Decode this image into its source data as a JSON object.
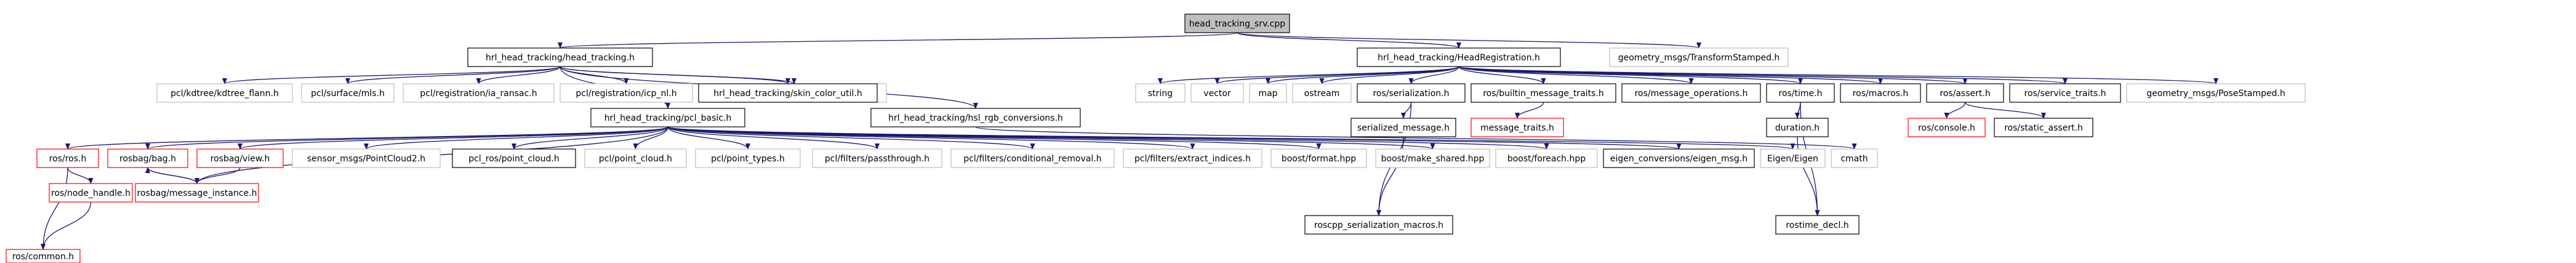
{
  "colors": {
    "edge": "#191970",
    "root_fill": "#bfbfbf",
    "local_border": "#000000",
    "system_border": "#bfbfbf",
    "missing_border": "#ff0000",
    "text": "#000000"
  },
  "nodes": [
    {
      "id": "root",
      "label": "head_tracking_srv.cpp",
      "kind": "root"
    },
    {
      "id": "head_tracking",
      "label": "hrl_head_tracking/head_tracking.h",
      "kind": "local"
    },
    {
      "id": "head_registration",
      "label": "hrl_head_tracking/HeadRegistration.h",
      "kind": "local"
    },
    {
      "id": "transform_stamped",
      "label": "geometry_msgs/TransformStamped.h",
      "kind": "system"
    },
    {
      "id": "kdtree",
      "label": "pcl/kdtree/kdtree_flann.h",
      "kind": "system"
    },
    {
      "id": "mls",
      "label": "pcl/surface/mls.h",
      "kind": "system"
    },
    {
      "id": "ia_ransac",
      "label": "pcl/registration/ia_ransac.h",
      "kind": "system"
    },
    {
      "id": "icp_nl",
      "label": "pcl/registration/icp_nl.h",
      "kind": "system"
    },
    {
      "id": "extract_clusters",
      "label": "pcl/segmentation/extract_clusters.h",
      "kind": "system"
    },
    {
      "id": "pcl_basic",
      "label": "hrl_head_tracking/pcl_basic.h",
      "kind": "local"
    },
    {
      "id": "skin_color",
      "label": "hrl_head_tracking/skin_color_util.h",
      "kind": "local"
    },
    {
      "id": "hsl_rgb",
      "label": "hrl_head_tracking/hsl_rgb_conversions.h",
      "kind": "local"
    },
    {
      "id": "string",
      "label": "string",
      "kind": "system"
    },
    {
      "id": "vector",
      "label": "vector",
      "kind": "system"
    },
    {
      "id": "map",
      "label": "map",
      "kind": "system"
    },
    {
      "id": "ostream",
      "label": "ostream",
      "kind": "system"
    },
    {
      "id": "ros_serialization",
      "label": "ros/serialization.h",
      "kind": "local"
    },
    {
      "id": "builtin_traits",
      "label": "ros/builtin_message_traits.h",
      "kind": "local"
    },
    {
      "id": "message_operations",
      "label": "ros/message_operations.h",
      "kind": "local"
    },
    {
      "id": "ros_time",
      "label": "ros/time.h",
      "kind": "local"
    },
    {
      "id": "ros_macros",
      "label": "ros/macros.h",
      "kind": "local"
    },
    {
      "id": "ros_assert",
      "label": "ros/assert.h",
      "kind": "local"
    },
    {
      "id": "service_traits",
      "label": "ros/service_traits.h",
      "kind": "local"
    },
    {
      "id": "pose_stamped",
      "label": "geometry_msgs/PoseStamped.h",
      "kind": "system"
    },
    {
      "id": "ros_ros",
      "label": "ros/ros.h",
      "kind": "missing"
    },
    {
      "id": "rosbag_bag",
      "label": "rosbag/bag.h",
      "kind": "missing"
    },
    {
      "id": "rosbag_view",
      "label": "rosbag/view.h",
      "kind": "missing"
    },
    {
      "id": "pointcloud2",
      "label": "sensor_msgs/PointCloud2.h",
      "kind": "system"
    },
    {
      "id": "pcl_ros_pc",
      "label": "pcl_ros/point_cloud.h",
      "kind": "local"
    },
    {
      "id": "pcl_pc",
      "label": "pcl/point_cloud.h",
      "kind": "system"
    },
    {
      "id": "pcl_pt",
      "label": "pcl/point_types.h",
      "kind": "system"
    },
    {
      "id": "passthrough",
      "label": "pcl/filters/passthrough.h",
      "kind": "system"
    },
    {
      "id": "cond_removal",
      "label": "pcl/filters/conditional_removal.h",
      "kind": "system"
    },
    {
      "id": "extract_indices",
      "label": "pcl/filters/extract_indices.h",
      "kind": "system"
    },
    {
      "id": "boost_format",
      "label": "boost/format.hpp",
      "kind": "system"
    },
    {
      "id": "make_shared",
      "label": "boost/make_shared.hpp",
      "kind": "system"
    },
    {
      "id": "boost_foreach",
      "label": "boost/foreach.hpp",
      "kind": "system"
    },
    {
      "id": "eigen_conv",
      "label": "eigen_conversions/eigen_msg.h",
      "kind": "local"
    },
    {
      "id": "eigen",
      "label": "Eigen/Eigen",
      "kind": "system"
    },
    {
      "id": "cmath",
      "label": "cmath",
      "kind": "system"
    },
    {
      "id": "serialized_message",
      "label": "serialized_message.h",
      "kind": "local"
    },
    {
      "id": "message_traits",
      "label": "message_traits.h",
      "kind": "missing"
    },
    {
      "id": "duration",
      "label": "duration.h",
      "kind": "local"
    },
    {
      "id": "ros_console",
      "label": "ros/console.h",
      "kind": "missing"
    },
    {
      "id": "static_assert",
      "label": "ros/static_assert.h",
      "kind": "local"
    },
    {
      "id": "node_handle",
      "label": "ros/node_handle.h",
      "kind": "missing"
    },
    {
      "id": "msg_instance",
      "label": "rosbag/message_instance.h",
      "kind": "missing"
    },
    {
      "id": "ser_macros",
      "label": "roscpp_serialization_macros.h",
      "kind": "local"
    },
    {
      "id": "rostime_decl",
      "label": "rostime_decl.h",
      "kind": "local"
    },
    {
      "id": "ros_common",
      "label": "ros/common.h",
      "kind": "missing"
    }
  ],
  "edges": [
    [
      "root",
      "head_tracking"
    ],
    [
      "root",
      "head_registration"
    ],
    [
      "root",
      "transform_stamped"
    ],
    [
      "head_tracking",
      "kdtree"
    ],
    [
      "head_tracking",
      "mls"
    ],
    [
      "head_tracking",
      "ia_ransac"
    ],
    [
      "head_tracking",
      "icp_nl"
    ],
    [
      "head_tracking",
      "extract_clusters"
    ],
    [
      "head_tracking",
      "pcl_basic"
    ],
    [
      "head_tracking",
      "skin_color"
    ],
    [
      "head_tracking",
      "hsl_rgb"
    ],
    [
      "head_registration",
      "string"
    ],
    [
      "head_registration",
      "vector"
    ],
    [
      "head_registration",
      "map"
    ],
    [
      "head_registration",
      "ostream"
    ],
    [
      "head_registration",
      "ros_serialization"
    ],
    [
      "head_registration",
      "builtin_traits"
    ],
    [
      "head_registration",
      "message_operations"
    ],
    [
      "head_registration",
      "ros_time"
    ],
    [
      "head_registration",
      "ros_macros"
    ],
    [
      "head_registration",
      "ros_assert"
    ],
    [
      "head_registration",
      "service_traits"
    ],
    [
      "head_registration",
      "pose_stamped"
    ],
    [
      "hsl_rgb",
      "cmath"
    ],
    [
      "pcl_basic",
      "ros_ros"
    ],
    [
      "pcl_basic",
      "rosbag_bag"
    ],
    [
      "pcl_basic",
      "rosbag_view"
    ],
    [
      "pcl_basic",
      "pointcloud2"
    ],
    [
      "pcl_basic",
      "pcl_ros_pc"
    ],
    [
      "pcl_basic",
      "pcl_pc"
    ],
    [
      "pcl_basic",
      "pcl_pt"
    ],
    [
      "pcl_basic",
      "passthrough"
    ],
    [
      "pcl_basic",
      "cond_removal"
    ],
    [
      "pcl_basic",
      "extract_indices"
    ],
    [
      "pcl_basic",
      "boost_format"
    ],
    [
      "pcl_basic",
      "make_shared"
    ],
    [
      "pcl_basic",
      "boost_foreach"
    ],
    [
      "pcl_basic",
      "eigen_conv"
    ],
    [
      "pcl_basic",
      "eigen"
    ],
    [
      "pcl_basic",
      "msg_instance"
    ],
    [
      "ros_ros",
      "node_handle"
    ],
    [
      "ros_ros",
      "ros_common"
    ],
    [
      "node_handle",
      "ros_common"
    ],
    [
      "rosbag_bag",
      "msg_instance"
    ],
    [
      "msg_instance",
      "rosbag_bag"
    ],
    [
      "rosbag_view",
      "msg_instance"
    ],
    [
      "ros_serialization",
      "serialized_message"
    ],
    [
      "ros_serialization",
      "ser_macros"
    ],
    [
      "serialized_message",
      "ser_macros"
    ],
    [
      "builtin_traits",
      "message_traits"
    ],
    [
      "ros_time",
      "duration"
    ],
    [
      "ros_time",
      "rostime_decl"
    ],
    [
      "duration",
      "rostime_decl"
    ],
    [
      "ros_assert",
      "ros_console"
    ],
    [
      "ros_assert",
      "static_assert"
    ]
  ]
}
